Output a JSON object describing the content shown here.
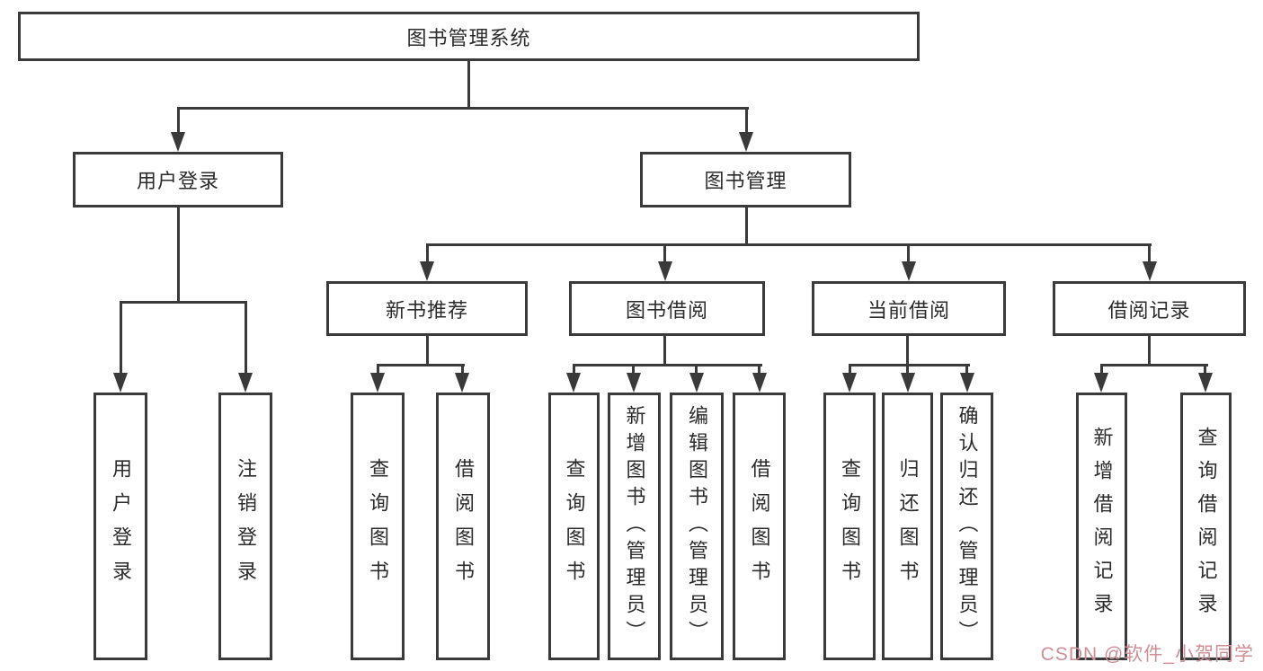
{
  "tree": {
    "root": {
      "label": "图书管理系统",
      "children": [
        {
          "label": "用户登录",
          "children": [
            {
              "label": "用户登录"
            },
            {
              "label": "注销登录"
            }
          ]
        },
        {
          "label": "图书管理",
          "children": [
            {
              "label": "新书推荐",
              "children": [
                {
                  "label": "查询图书"
                },
                {
                  "label": "借阅图书"
                }
              ]
            },
            {
              "label": "图书借阅",
              "children": [
                {
                  "label": "查询图书"
                },
                {
                  "label": "新增图书（管理员）"
                },
                {
                  "label": "编辑图书（管理员）"
                },
                {
                  "label": "借阅图书"
                }
              ]
            },
            {
              "label": "当前借阅",
              "children": [
                {
                  "label": "查询图书"
                },
                {
                  "label": "归还图书"
                },
                {
                  "label": "确认归还（管理员）"
                }
              ]
            },
            {
              "label": "借阅记录",
              "children": [
                {
                  "label": "新增借阅记录"
                },
                {
                  "label": "查询借阅记录"
                }
              ]
            }
          ]
        }
      ]
    }
  },
  "watermark": {
    "text": "CSDN @软件_小贺同学",
    "color": "#cf8e96"
  },
  "colors": {
    "line": "#3a3a3a",
    "box_border": "#3a3a3a",
    "text": "#2b2b2b",
    "background": "#ffffff"
  }
}
